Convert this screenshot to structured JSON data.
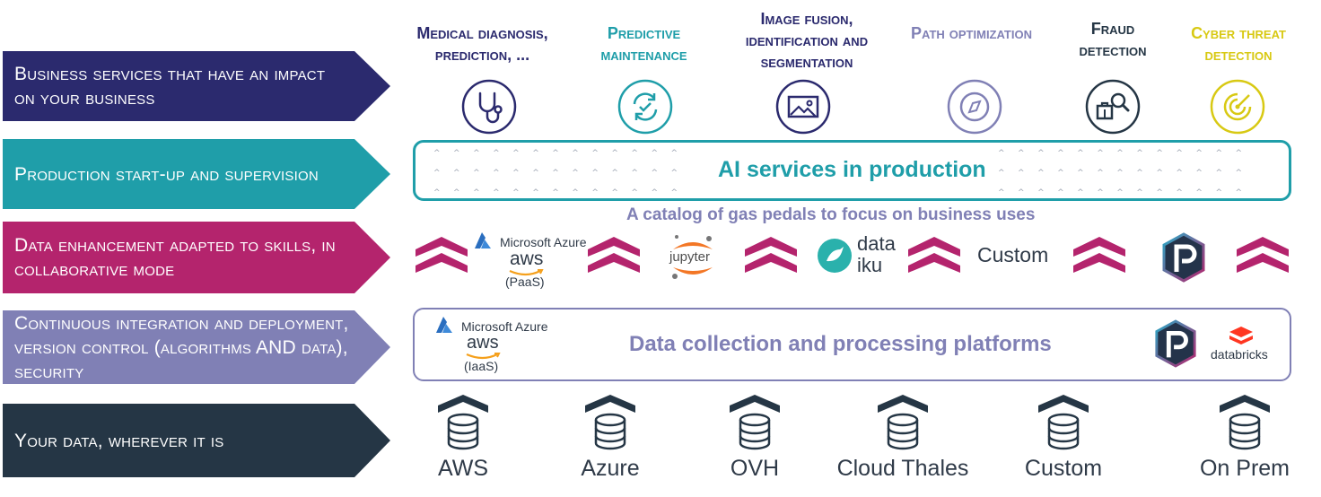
{
  "rows": [
    {
      "id": "business",
      "label": "Business services that have an impact on your business",
      "color": "#2b2a6e"
    },
    {
      "id": "production",
      "label": "Production start-up and supervision",
      "color": "#1f9ea9"
    },
    {
      "id": "enhancement",
      "label": "Data enhancement adapted to skills, in collaborative mode",
      "color": "#b4246d"
    },
    {
      "id": "integration",
      "label": "Continuous integration and deployment, version control (algorithms AND data), security",
      "color": "#8080b5"
    },
    {
      "id": "data",
      "label": "Your data, wherever it is",
      "color": "#253645"
    }
  ],
  "services": [
    {
      "label": "Medical diagnosis, prediction, ...",
      "color": "#2b2a6e",
      "icon": "stethoscope-icon"
    },
    {
      "label": "Predictive maintenance",
      "color": "#1f9ea9",
      "icon": "refresh-check-icon"
    },
    {
      "label": "Image fusion, identification and segmentation",
      "color": "#2b2a6e",
      "icon": "image-icon"
    },
    {
      "label": "Path optimization",
      "color": "#8080b5",
      "icon": "compass-icon"
    },
    {
      "label": "Fraud detection",
      "color": "#253645",
      "icon": "search-bag-icon"
    },
    {
      "label": "Cyber threat detection",
      "color": "#d8c913",
      "icon": "radar-icon"
    }
  ],
  "production_box": {
    "title": "AI services in production",
    "color": "#1f9ea9"
  },
  "catalog": {
    "title": "A catalog of gas pedals to focus on business uses",
    "color": "#8080b5",
    "chevron_color": "#b4246d",
    "cloud": {
      "azure": "Microsoft Azure",
      "aws": "aws",
      "sub": "(PaaS)"
    },
    "jupyter": "jupyter",
    "dataiku": {
      "line1": "data",
      "line2": "iku"
    },
    "custom": "Custom"
  },
  "platforms_box": {
    "title": "Data collection and processing platforms",
    "color": "#8080b5",
    "cloud": {
      "azure": "Microsoft Azure",
      "aws": "aws",
      "sub": "(IaaS)"
    },
    "databricks": "databricks"
  },
  "storage": {
    "color": "#253645",
    "locations": [
      "AWS",
      "Azure",
      "OVH",
      "Cloud Thales",
      "Custom",
      "On Prem"
    ]
  }
}
